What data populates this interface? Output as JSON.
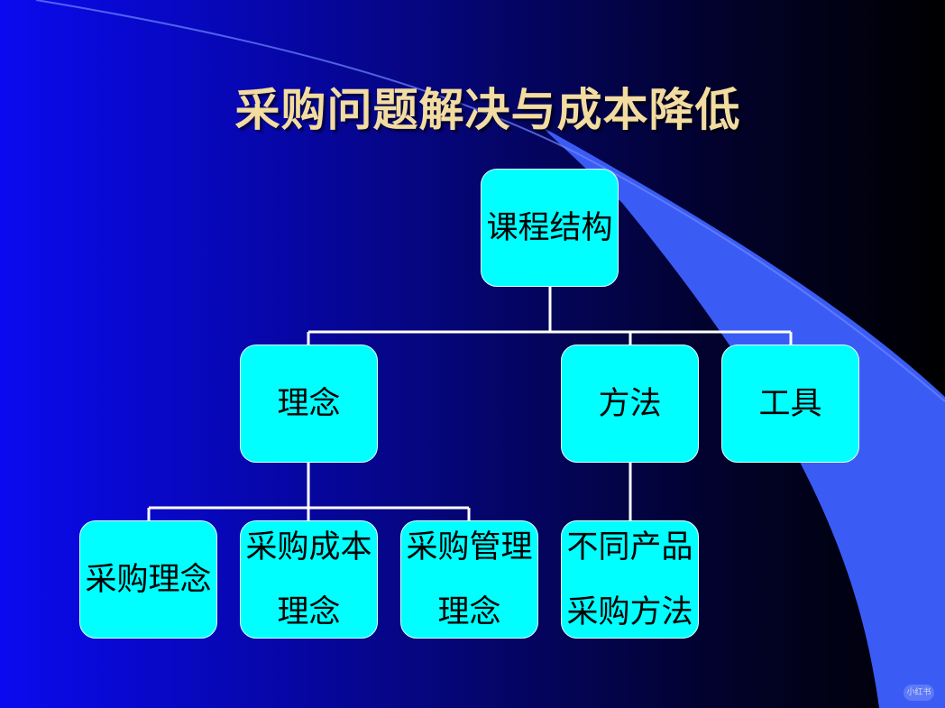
{
  "slide": {
    "title": "采购问题解决与成本降低"
  },
  "org_chart": {
    "root": {
      "label": "课程结构"
    },
    "level1": [
      {
        "label": "理念"
      },
      {
        "label": "方法"
      },
      {
        "label": "工具"
      }
    ],
    "level2": [
      {
        "lines": [
          "采购理念"
        ]
      },
      {
        "lines": [
          "采购成本",
          "理念"
        ]
      },
      {
        "lines": [
          "采购管理",
          "理念"
        ]
      },
      {
        "lines": [
          "不同产品",
          "采购方法"
        ]
      }
    ]
  },
  "colors": {
    "node_fill": "#00ffff",
    "title_text": "#f3dca0",
    "connector": "#ffffff",
    "accent_swoosh": "#3a5cf5"
  },
  "watermark": {
    "label": "小红书"
  }
}
